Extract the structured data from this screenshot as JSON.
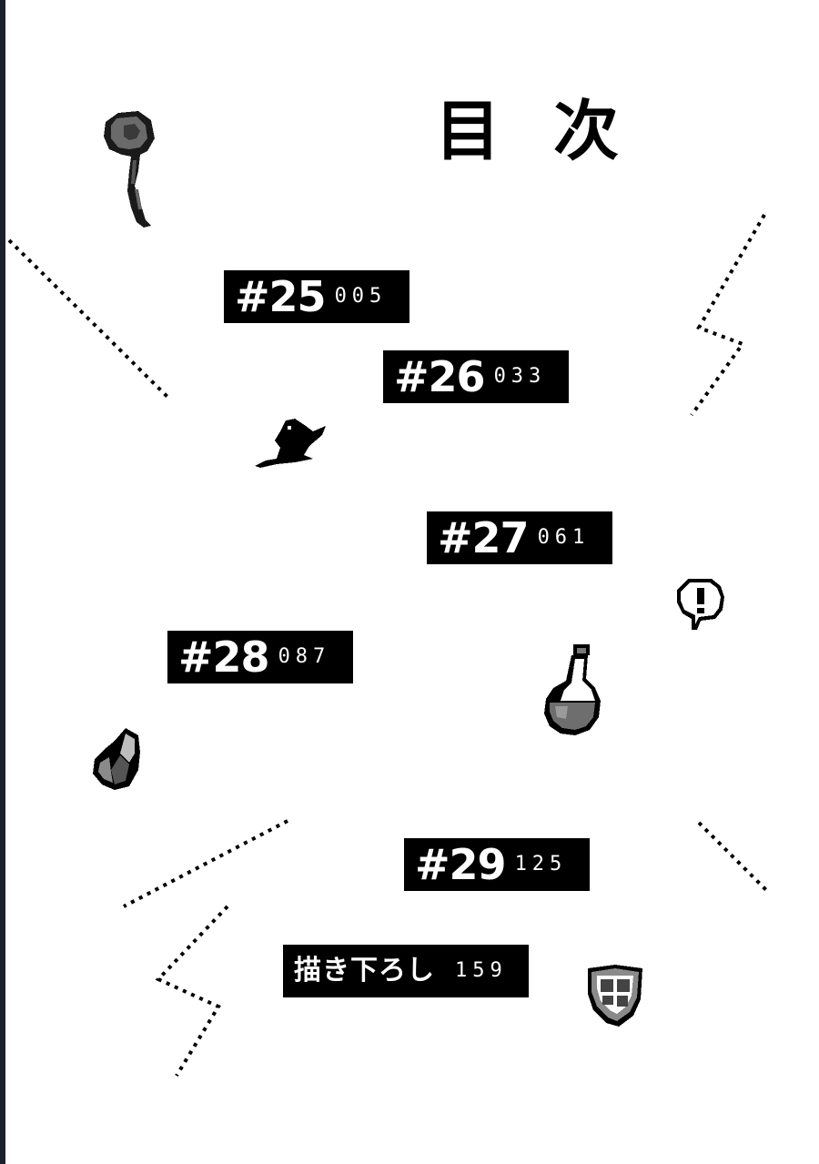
{
  "title": {
    "char1": "目",
    "char2": "次"
  },
  "chapters": [
    {
      "label": "#25",
      "page": "005"
    },
    {
      "label": "#26",
      "page": "033"
    },
    {
      "label": "#27",
      "page": "061"
    },
    {
      "label": "#28",
      "page": "087"
    },
    {
      "label": "#29",
      "page": "125"
    },
    {
      "label": "描き下ろし",
      "page": "159"
    }
  ],
  "icons": [
    "staff-icon",
    "witch-hat-icon",
    "speech-bubble-exclamation-icon",
    "potion-flask-icon",
    "crystal-icon",
    "shield-icon"
  ],
  "colors": {
    "ink": "#000000",
    "paper": "#ffffff",
    "edge": "#1c1f2e"
  }
}
